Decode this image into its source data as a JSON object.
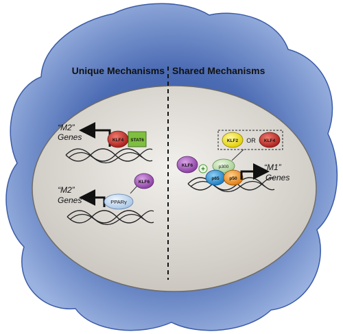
{
  "headings": {
    "left": "Unique Mechanisms",
    "right": "Shared Mechanisms"
  },
  "labels": {
    "m2_top_line1": "“M2”",
    "m2_top_line2": "Genes",
    "m2_bottom_line1": "“M2”",
    "m2_bottom_line2": "Genes",
    "m1_line1": "“M1”",
    "m1_line2": "Genes",
    "or": "OR",
    "plus": "+"
  },
  "factors": {
    "klf4_left": "KLF4",
    "stat6": "STAT6",
    "klf6_left": "KLF6",
    "ppar": "PPARγ",
    "klf2": "KLF2",
    "klf4_right": "KLF4",
    "klf6_right": "KLF6",
    "p300": "p300",
    "p65": "p65",
    "p50": "p50"
  },
  "colors": {
    "cloud_outer": "#8fa8d8",
    "cloud_inner": "#4c6cb4",
    "cell_fill": "#dcd9d4",
    "klf4": "#c8302a",
    "stat6": "#7fbf3f",
    "klf6": "#a560b8",
    "ppar": "#c6daf0",
    "klf2": "#f2e21a",
    "p300": "#b8d8a8",
    "p65": "#2b97d8",
    "p50": "#f0962a"
  }
}
